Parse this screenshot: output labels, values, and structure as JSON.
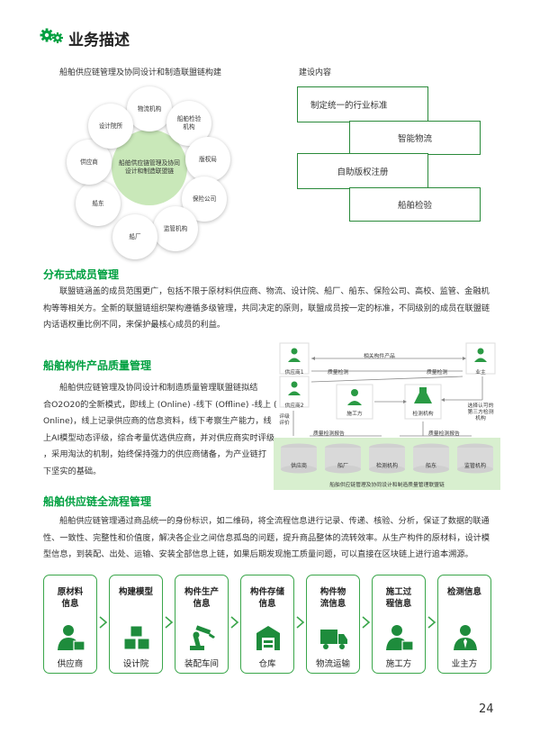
{
  "header": {
    "title": "业务描述",
    "icon": "gear-icon"
  },
  "alliance": {
    "title": "船舶供应链管理及协同设计和制造联盟链构建",
    "center": "船舶供应链管理及协同设计和制造联盟链",
    "members": [
      "物流机构",
      "船舶检验机构",
      "版权局",
      "保险公司",
      "监管机构",
      "船厂",
      "船东",
      "供应商",
      "设计院所"
    ]
  },
  "construction": {
    "title": "建设内容",
    "items": [
      "制定统一的行业标准",
      "智能物流",
      "自助版权注册",
      "船舶检验"
    ]
  },
  "sections": {
    "distributed": {
      "title": "分布式成员管理",
      "paragraph": "联盟链涵盖的成员范围更广，包括不限于原材料供应商、物流、设计院、船厂、船东、保险公司、高校、监管、金融机构等等相关方。全新的联盟链组织架构遵循多级管理，共同决定的原则，联盟成员按一定的标准，不同级别的成员在联盟链内话语权重比例不同，来保护最核心成员的利益。"
    },
    "quality": {
      "title": "船舶构件产品质量管理",
      "lines": [
        "船舶供应链管理及协同设计和制造质量管理联盟链拟结",
        "合O2O20的全新模式，即线上 (Online) -线下 (Offline) -线上 (",
        "Online)，线上记录供应商的信息资料，线下考察生产能力，线",
        "上AI模型动态评级，综合考量优选供应商，并对供应商实时评级",
        "，采用淘汰的机制，始终保持强力的供应商储备，为产业链打",
        "下坚实的基础。"
      ]
    },
    "fullflow": {
      "title": "船舶供应链全流程管理",
      "paragraph": "船舶供应链管理通过商品统一的身份标识，如二维码，将全流程信息进行记录、传递、核验、分析，保证了数据的联通性、一致性、完整性和价值度，解决各企业之间信息孤岛的问题，提升商品整体的流转效率。从生产构件的原材料，设计模型信息，到装配、出处、运输、安装全部信息上链，如果后期发现施工质量问题，可以直接在区块链上进行追本溯源。"
    }
  },
  "quality_diagram": {
    "supplier1": "供应商1",
    "supplier2": "供应商2",
    "rating": "评级\n评价",
    "related_products": "相关构件产品",
    "quality_check": "质量检测",
    "quality_check2": "质量检测",
    "builder": "施工方",
    "testing_org": "检测机构",
    "owner": "业主",
    "third_party": "选择认可的\n第三方检测\n机构",
    "report1": "质量检测报告",
    "report2": "质量检测报告",
    "nodes": [
      "供应商",
      "船厂",
      "检测机构",
      "船东",
      "监管机构"
    ],
    "chain": "船舶供应链管理及协同设计和制造质量管理联盟链"
  },
  "flow": [
    {
      "title": "原材料\n信息",
      "label": "供应商",
      "icon": "person-box-icon"
    },
    {
      "title": "构建模型",
      "label": "设计院",
      "icon": "cubes-icon"
    },
    {
      "title": "构件生产\n信息",
      "label": "装配车间",
      "icon": "robot-arm-icon"
    },
    {
      "title": "构件存储\n信息",
      "label": "仓库",
      "icon": "warehouse-icon"
    },
    {
      "title": "构件物\n流信息",
      "label": "物流运输",
      "icon": "truck-icon"
    },
    {
      "title": "施工过\n程信息",
      "label": "施工方",
      "icon": "person-box-icon"
    },
    {
      "title": "检测信息",
      "label": "业主方",
      "icon": "person-tie-icon"
    }
  ],
  "page_number": "24"
}
